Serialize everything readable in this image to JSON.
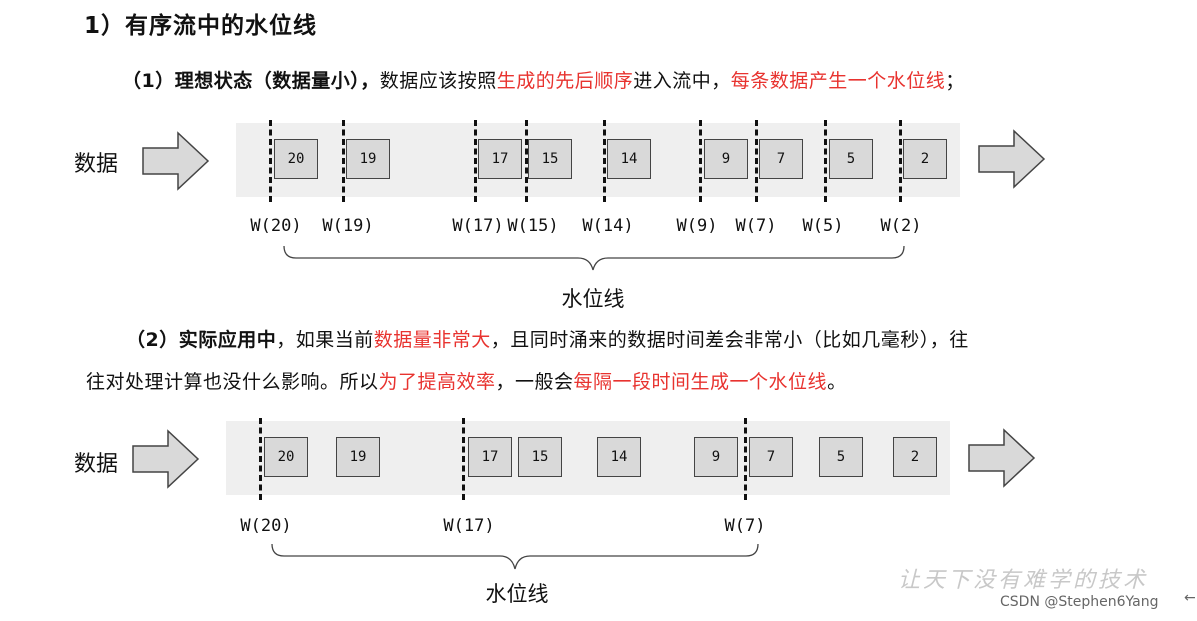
{
  "title": "1）有序流中的水位线",
  "para1": {
    "lead": "（1）理想状态（数据量小），",
    "t1": "数据应该按照",
    "r1": "生成的先后顺序",
    "t2": "进入流中，",
    "r2": "每条数据产生一个水位线",
    "t3": "；"
  },
  "para2": {
    "lead": "（2）实际应用中",
    "t1": "，如果当前",
    "r1": "数据量非常大",
    "t2": "，且同时涌来的数据时间差会非常小（比如几毫秒），往",
    "t3": "往对处理计算也没什么影响。所以为",
    "r2": "为了提高效率",
    "t4": "，一般会",
    "r3": "每隔一段时间生成一个水位线",
    "t5": "。"
  },
  "diagram1": {
    "row_label": "数据",
    "cells": [
      "20",
      "19",
      "17",
      "15",
      "14",
      "9",
      "7",
      "5",
      "2"
    ],
    "watermarks": [
      "W(20)",
      "W(19)",
      "W(17)",
      "W(15)",
      "W(14)",
      "W(9)",
      "W(7)",
      "W(5)",
      "W(2)"
    ],
    "brace_label": "水位线"
  },
  "diagram2": {
    "row_label": "数据",
    "cells": [
      "20",
      "19",
      "17",
      "15",
      "14",
      "9",
      "7",
      "5",
      "2"
    ],
    "watermarks": [
      "W(20)",
      "W(17)",
      "W(7)"
    ],
    "brace_label": "水位线"
  },
  "footer": {
    "slogan": "让天下没有难学的技术",
    "credit": "CSDN @Stephen6Yang"
  }
}
